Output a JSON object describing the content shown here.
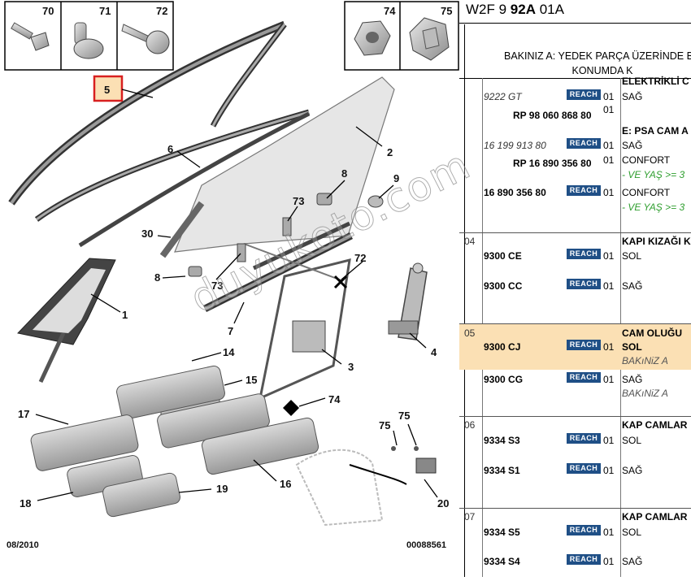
{
  "diagram": {
    "callouts": [
      "70",
      "71",
      "72",
      "74",
      "75",
      "5",
      "6",
      "2",
      "8",
      "9",
      "73",
      "30",
      "72",
      "8",
      "73",
      "1",
      "7",
      "14",
      "3",
      "15",
      "74",
      "17",
      "75",
      "75",
      "4",
      "18",
      "19",
      "16",
      "20"
    ],
    "date_code": "08/2010",
    "drawing_number": "00088561"
  },
  "watermark": "duyukoto.com",
  "panel": {
    "header_prefix": "W2F 9 ",
    "header_bold": "92A",
    "header_suffix": " 01A",
    "note_line1": "BAKINIZ A: YEDEK PARÇA ÜZERİNDE BU",
    "note_line2": "KONUMDA K",
    "reach_label": "REACH",
    "top_group": {
      "partial_desc": "ELEKTRİKLİ C",
      "rows": [
        {
          "ref": "9222 GT",
          "qty": "01",
          "desc": "SAĞ"
        },
        {
          "ref": "RP 98 060 868 80",
          "qty": "01",
          "desc": ""
        },
        {
          "ref": "",
          "qty": "",
          "desc": "E: PSA CAM A"
        },
        {
          "ref": "16 199 913 80",
          "qty": "01",
          "desc": "SAĞ"
        },
        {
          "ref": "RP 16 890 356 80",
          "qty": "01",
          "desc": "CONFORT"
        },
        {
          "ref": "",
          "qty": "",
          "desc": "- VE YAŞ >= 3"
        },
        {
          "ref": "16 890 356 80",
          "qty": "01",
          "desc": "CONFORT"
        },
        {
          "ref": "",
          "qty": "",
          "desc": "- VE YAŞ >= 3"
        }
      ]
    },
    "groups": [
      {
        "num": "04",
        "title": "KAPI KIZAĞI K",
        "rows": [
          {
            "ref": "9300 CE",
            "qty": "01",
            "desc": "SOL"
          },
          {
            "ref": "9300 CC",
            "qty": "01",
            "desc": "SAĞ"
          }
        ]
      },
      {
        "num": "05",
        "title": "CAM OLUĞU",
        "rows": [
          {
            "ref": "9300 CJ",
            "qty": "01",
            "desc": "SOL",
            "extra": "BAKıNiZ A"
          },
          {
            "ref": "9300 CG",
            "qty": "01",
            "desc": "SAĞ",
            "extra": "BAKıNiZ A"
          }
        ]
      },
      {
        "num": "06",
        "title": "KAP CAMLAR",
        "rows": [
          {
            "ref": "9334 S3",
            "qty": "01",
            "desc": "SOL"
          },
          {
            "ref": "9334 S1",
            "qty": "01",
            "desc": "SAĞ"
          }
        ]
      },
      {
        "num": "07",
        "title": "KAP CAMLAR",
        "rows": [
          {
            "ref": "9334 S5",
            "qty": "01",
            "desc": "SOL"
          },
          {
            "ref": "9334 S4",
            "qty": "01",
            "desc": "SAĞ"
          }
        ]
      }
    ]
  }
}
